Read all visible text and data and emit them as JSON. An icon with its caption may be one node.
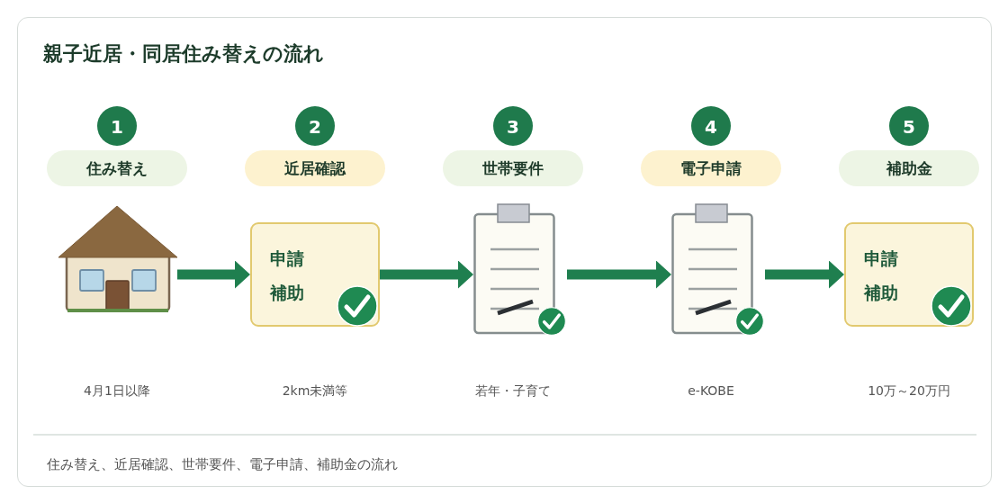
{
  "diagram": {
    "title": "親子近居・同居住み替えの流れ",
    "caption": "住み替え、近居確認、世帯要件、電子申請、補助金の流れ",
    "nodes": [
      {
        "text": [
          "1"
        ]
      },
      {
        "text": [
          "住み替え"
        ]
      },
      {
        "text": [],
        "shape": "picture"
      },
      {
        "text": [
          "2"
        ]
      },
      {
        "text": [
          "近居確認"
        ]
      },
      {
        "text": [
          "申請補助"
        ]
      },
      {
        "text": [
          "3"
        ]
      },
      {
        "text": [
          "世帯要件"
        ]
      },
      {
        "text": [],
        "shape": "picture"
      },
      {
        "text": [
          "4"
        ]
      },
      {
        "text": [
          "電子申請"
        ]
      },
      {
        "text": [],
        "shape": "picture"
      },
      {
        "text": [
          "5"
        ]
      },
      {
        "text": [
          "補助金"
        ]
      },
      {
        "text": [
          "申請補助"
        ]
      }
    ],
    "edges": [
      {
        "from": 2,
        "to": 5,
        "arrow": "to"
      },
      {
        "from": 5,
        "to": 8,
        "arrow": "to"
      },
      {
        "from": 8,
        "to": 11,
        "arrow": "to"
      },
      {
        "from": 11,
        "to": 14,
        "arrow": "to"
      }
    ],
    "labels": [
      "4月1日以降",
      "2km未満等",
      "若年・子育て",
      "e-KOBE",
      "10万～20万円"
    ]
  }
}
